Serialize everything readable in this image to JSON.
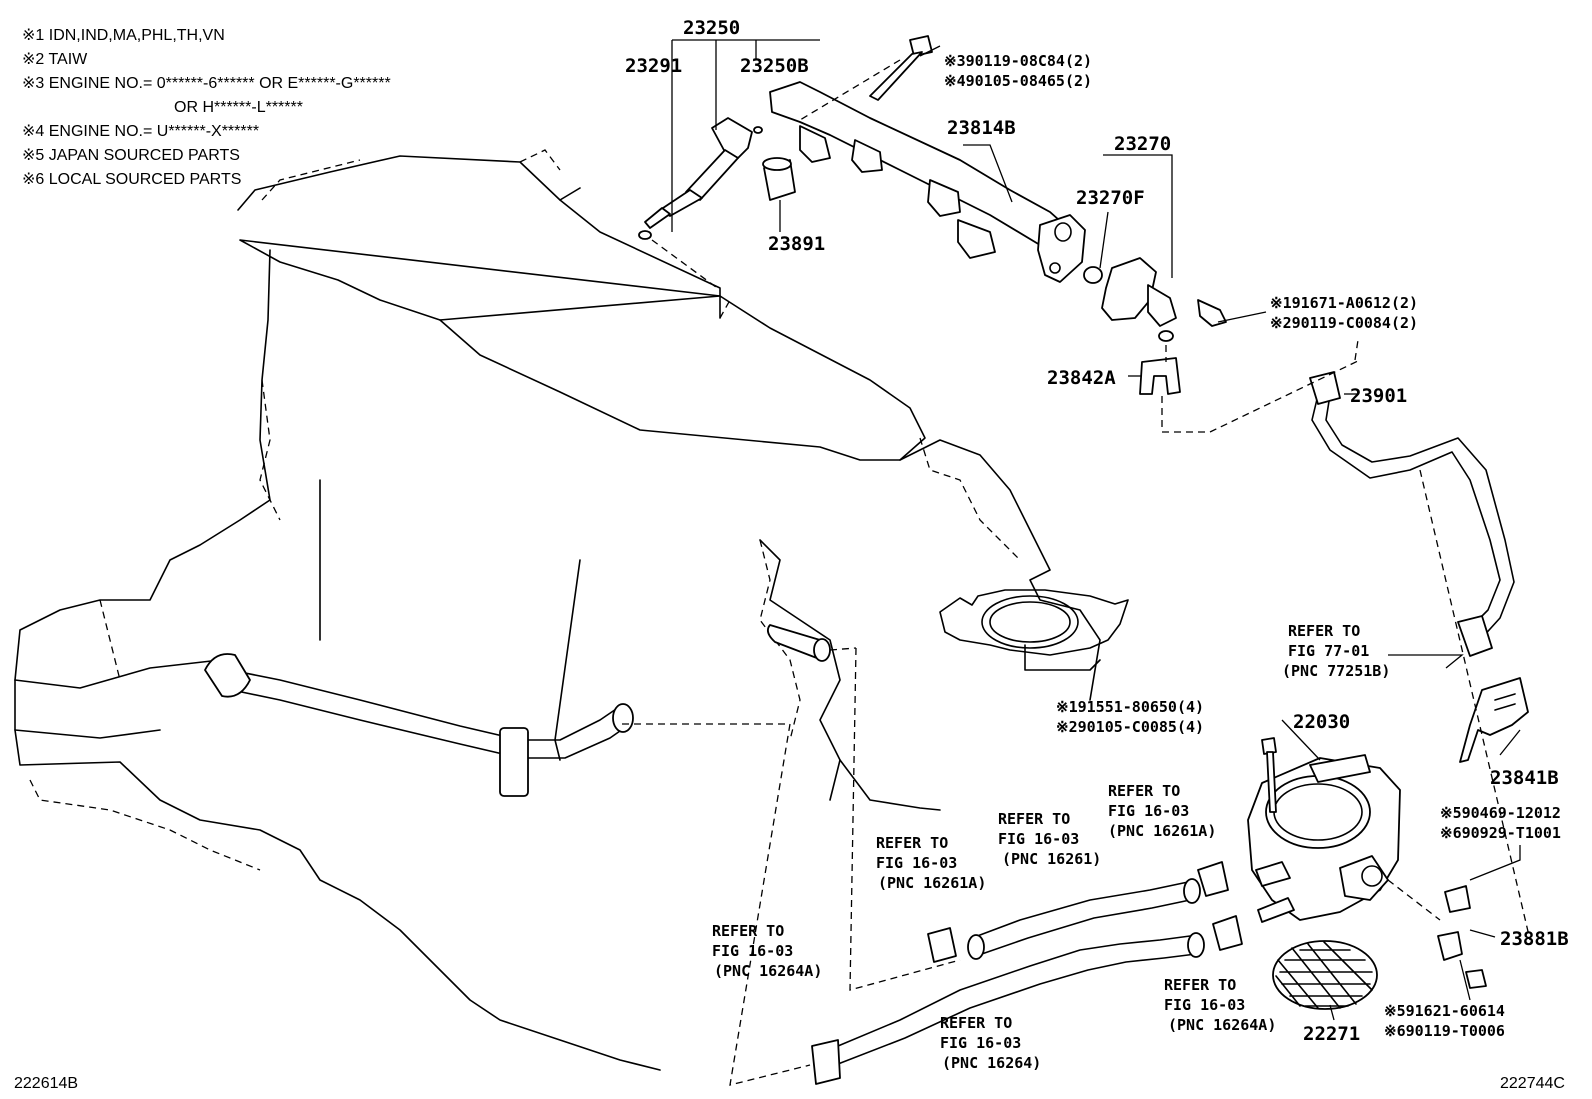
{
  "notes": [
    "※1 IDN,IND,MA,PHL,TH,VN",
    "※2 TAIW",
    "※3 ENGINE NO.= 0******-6****** OR E******-G******",
    "OR H******-L******",
    "※4 ENGINE NO.= U******-X******",
    "※5 JAPAN SOURCED PARTS",
    "※6 LOCAL SOURCED PARTS"
  ],
  "parts": {
    "p23250": "23250",
    "p23291": "23291",
    "p23250B": "23250B",
    "p23891": "23891",
    "p23814B": "23814B",
    "p23270": "23270",
    "p23270F": "23270F",
    "p23842A": "23842A",
    "p23901": "23901",
    "p22030": "22030",
    "p23841B": "23841B",
    "p23881B": "23881B",
    "p22271": "22271"
  },
  "bolts": {
    "b1": "※390119-08C84(2)",
    "b2": "※490105-08465(2)",
    "b3": "※191671-A0612(2)",
    "b4": "※290119-C0084(2)",
    "b5": "※191551-80650(4)",
    "b6": "※290105-C0085(4)",
    "b7": "※590469-12012",
    "b8": "※690929-T1001",
    "b9": "※591621-60614",
    "b10": "※690119-T0006"
  },
  "refs": {
    "r1": [
      "REFER TO",
      "FIG 77-01",
      "(PNC 77251B)"
    ],
    "r2": [
      "REFER TO",
      "FIG 16-03",
      "(PNC 16261A)"
    ],
    "r3": [
      "REFER TO",
      "FIG 16-03",
      "(PNC 16261)"
    ],
    "r4": [
      "REFER TO",
      "FIG 16-03",
      "(PNC 16261A)"
    ],
    "r5": [
      "REFER TO",
      "FIG 16-03",
      "(PNC 16264A)"
    ],
    "r6": [
      "REFER TO",
      "FIG 16-03",
      "(PNC 16264A)"
    ],
    "r7": [
      "REFER TO",
      "FIG 16-03",
      "(PNC 16264)"
    ]
  },
  "footer": {
    "left": "222614B",
    "right": "222744C"
  }
}
